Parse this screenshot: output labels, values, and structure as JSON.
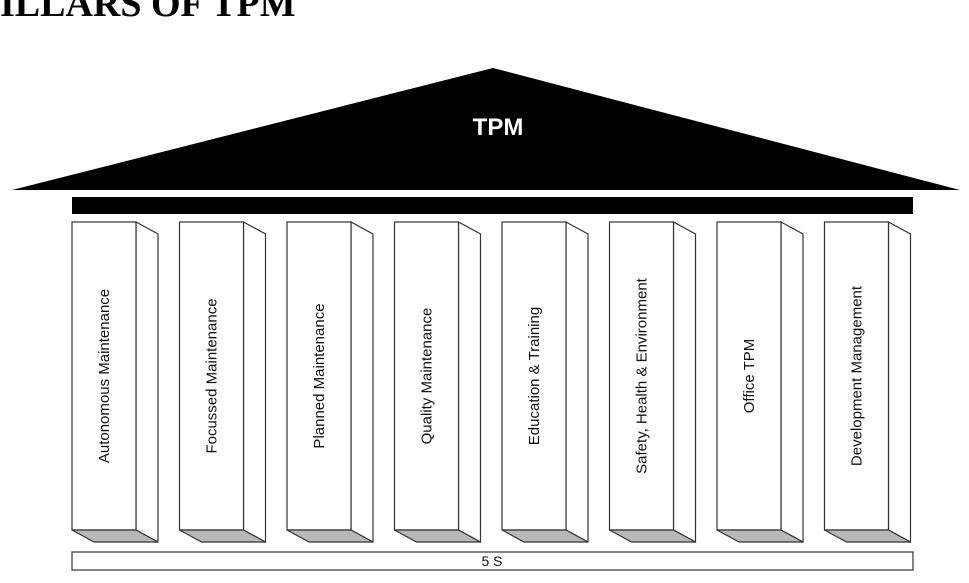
{
  "heading": "ILLARS OF TPM",
  "roof_label": "TPM",
  "pillars": [
    {
      "label": "Autonomous Maintenance"
    },
    {
      "label": "Focussed Maintenance"
    },
    {
      "label": "Planned Maintenance"
    },
    {
      "label": "Quality Maintenance"
    },
    {
      "label": "Education & Training"
    },
    {
      "label": "Safety, Health & Environment"
    },
    {
      "label": "Office TPM"
    },
    {
      "label": "Development Management"
    }
  ],
  "base_label": "5 S",
  "colors": {
    "roof": "#000000",
    "beam": "#000000",
    "pillar_face": "#ffffff",
    "pillar_side": "#ffffff",
    "pillar_bottom": "#b8b8b8",
    "stroke": "#333333"
  }
}
